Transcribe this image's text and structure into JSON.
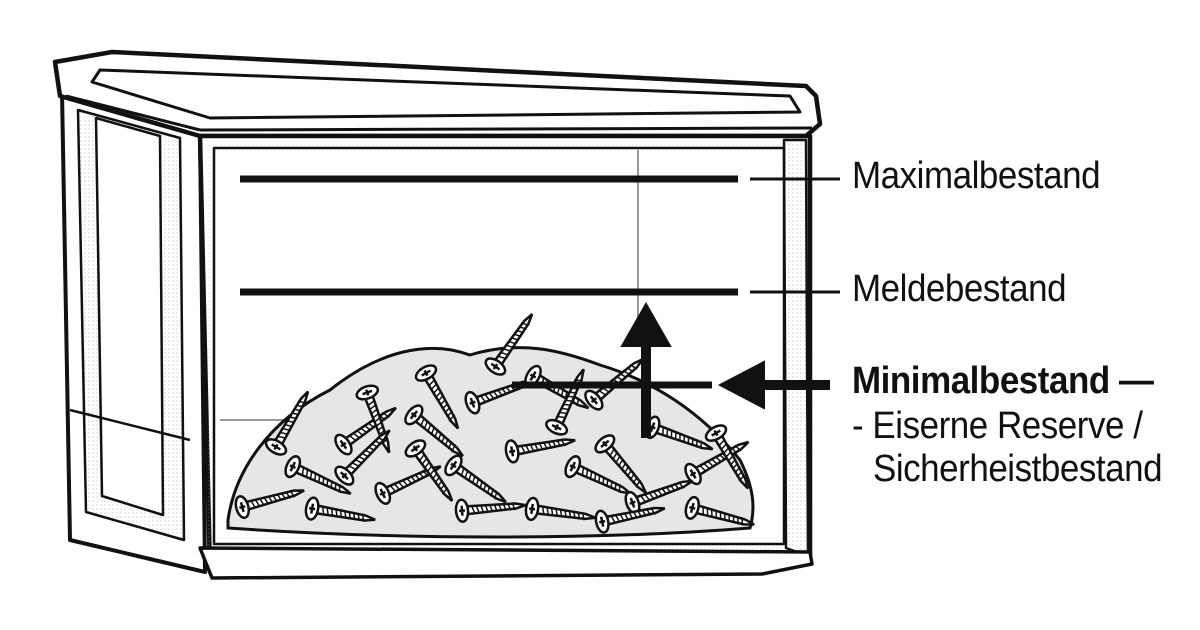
{
  "labels": {
    "max": "Maximalbestand",
    "reorder": "Meldebestand",
    "min_title": "Minimalbestand —",
    "min_line2": "- Eiserne Reserve /",
    "min_line3": "Sicherheistbestand"
  },
  "levels": {
    "max_fill_fraction": 0.9,
    "reorder_fill_fraction": 0.6,
    "min_fill_fraction": 0.37
  },
  "colors": {
    "ink": "#111111",
    "paper": "#ffffff",
    "shade": "#d9d9d9"
  },
  "icons": [
    "storage-bin-icon",
    "screws-pile-icon",
    "up-arrow-icon",
    "left-arrow-icon"
  ]
}
